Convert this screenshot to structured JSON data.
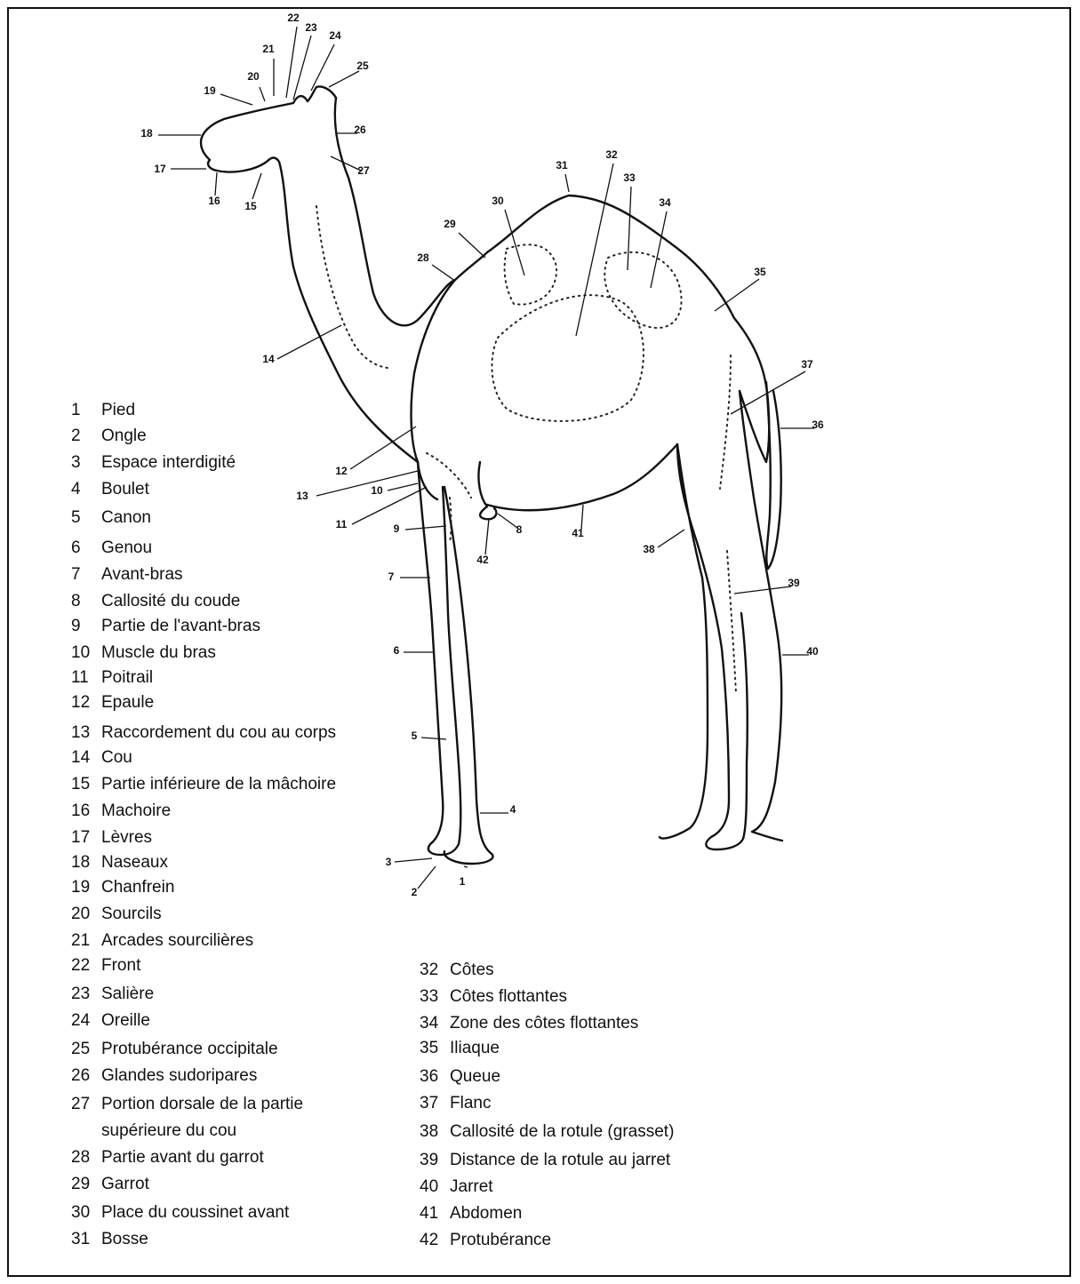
{
  "legend_left": [
    {
      "num": "1",
      "label": "Pied"
    },
    {
      "num": "2",
      "label": "Ongle"
    },
    {
      "num": "3",
      "label": "Espace interdigité"
    },
    {
      "num": "4",
      "label": "Boulet"
    },
    {
      "num": "5",
      "label": "Canon"
    },
    {
      "num": "6",
      "label": "Genou"
    },
    {
      "num": "7",
      "label": "Avant-bras"
    },
    {
      "num": "8",
      "label": "Callosité du coude"
    },
    {
      "num": "9",
      "label": "Partie de l'avant-bras"
    },
    {
      "num": "10",
      "label": "Muscle du bras"
    },
    {
      "num": "11",
      "label": "Poitrail"
    },
    {
      "num": "12",
      "label": "Epaule"
    },
    {
      "num": "13",
      "label": "Raccordement du cou au corps"
    },
    {
      "num": "14",
      "label": "Cou"
    },
    {
      "num": "15",
      "label": "Partie inférieure de la mâchoire"
    },
    {
      "num": "16",
      "label": "Machoire"
    },
    {
      "num": "17",
      "label": "Lèvres"
    },
    {
      "num": "18",
      "label": "Naseaux"
    },
    {
      "num": "19",
      "label": "Chanfrein"
    },
    {
      "num": "20",
      "label": "Sourcils"
    },
    {
      "num": "21",
      "label": "Arcades sourcilières"
    },
    {
      "num": "22",
      "label": "Front"
    },
    {
      "num": "23",
      "label": "Salière"
    },
    {
      "num": "24",
      "label": "Oreille"
    },
    {
      "num": "25",
      "label": "Protubérance occipitale"
    },
    {
      "num": "26",
      "label": "Glandes sudoripares"
    },
    {
      "num": "27",
      "label": "Portion dorsale de la partie",
      "label2": "supérieure du cou"
    },
    {
      "num": "28",
      "label": "Partie avant du garrot"
    },
    {
      "num": "29",
      "label": "Garrot"
    },
    {
      "num": "30",
      "label": "Place du coussinet avant"
    },
    {
      "num": "31",
      "label": "Bosse"
    }
  ],
  "legend_right": [
    {
      "num": "32",
      "label": "Côtes"
    },
    {
      "num": "33",
      "label": "Côtes flottantes"
    },
    {
      "num": "34",
      "label": "Zone des côtes flottantes"
    },
    {
      "num": "35",
      "label": "Iliaque"
    },
    {
      "num": "36",
      "label": "Queue"
    },
    {
      "num": "37",
      "label": "Flanc"
    },
    {
      "num": "38",
      "label": "Callosité de la rotule (grasset)"
    },
    {
      "num": "39",
      "label": "Distance de la rotule au jarret"
    },
    {
      "num": "40",
      "label": "Jarret"
    },
    {
      "num": "41",
      "label": "Abdomen"
    },
    {
      "num": "42",
      "label": "Protubérance"
    }
  ],
  "callouts": [
    "1",
    "2",
    "3",
    "4",
    "5",
    "6",
    "7",
    "8",
    "9",
    "10",
    "11",
    "12",
    "13",
    "14",
    "15",
    "16",
    "17",
    "18",
    "19",
    "20",
    "21",
    "22",
    "23",
    "24",
    "25",
    "26",
    "27",
    "28",
    "29",
    "30",
    "31",
    "32",
    "33",
    "34",
    "35",
    "36",
    "37",
    "38",
    "39",
    "40",
    "41",
    "42"
  ]
}
